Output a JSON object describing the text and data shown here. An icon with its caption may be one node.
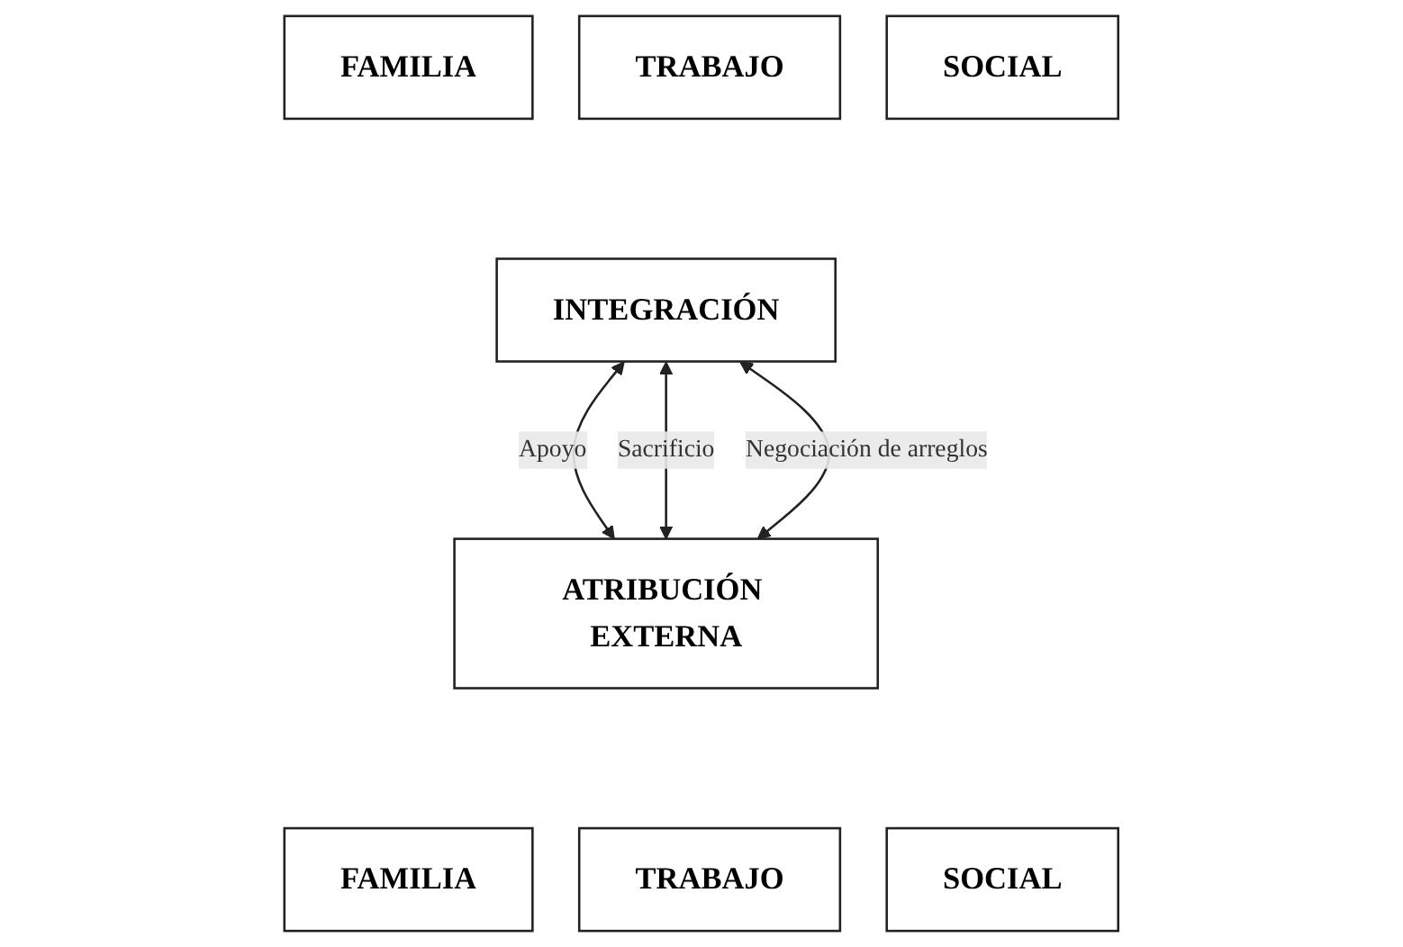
{
  "diagram": {
    "nodes": [
      {
        "text": [
          "FAMILIA"
        ]
      },
      {
        "text": [
          "TRABAJO"
        ]
      },
      {
        "text": [
          "SOCIAL"
        ]
      },
      {
        "text": [
          "INTEGRACIÓN"
        ]
      },
      {
        "text": [
          "ATRIBUCIÓN EXTERNA"
        ]
      },
      {
        "text": [
          "FAMILIA"
        ]
      },
      {
        "text": [
          "TRABAJO"
        ]
      },
      {
        "text": [
          "SOCIAL"
        ]
      }
    ],
    "edges": [
      {
        "from": 3,
        "to": 4,
        "arrow": "both",
        "label": "Apoyo"
      },
      {
        "from": 3,
        "to": 4,
        "arrow": "both",
        "label": "Sacrificio"
      },
      {
        "from": 3,
        "to": 4,
        "arrow": "both",
        "label": "Negociación de arreglos"
      }
    ]
  }
}
